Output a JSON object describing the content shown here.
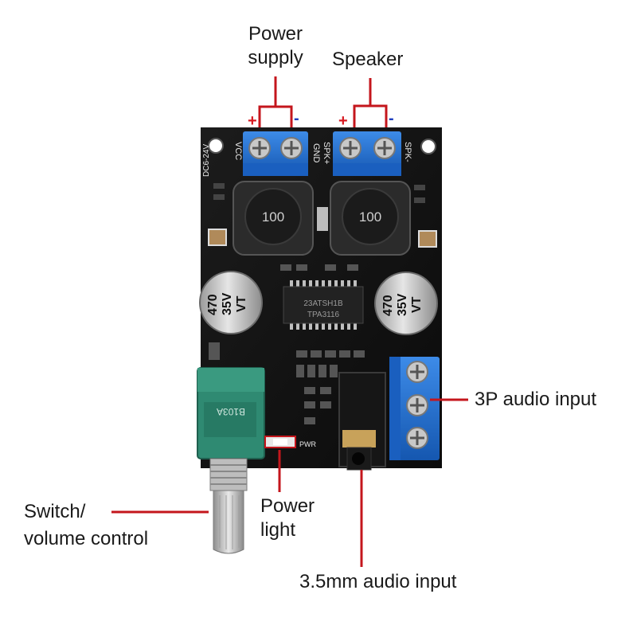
{
  "labels": {
    "power_supply_line1": "Power",
    "power_supply_line2": "supply",
    "speaker": "Speaker",
    "audio_3p": "3P audio input",
    "switch_line1": "Switch/",
    "switch_line2": "volume control",
    "power_light_line1": "Power",
    "power_light_line2": "light",
    "audio_35": "3.5mm audio input"
  },
  "polarity": {
    "plus": "+",
    "minus": "-"
  },
  "board_text": {
    "vcc": "VCC",
    "gnd": "GND",
    "spk_plus": "SPK+",
    "spk_minus": "SPK-",
    "voltage": "DC6-24V",
    "inductor": "100",
    "cap_line1": "470",
    "cap_line2": "35V",
    "cap_line3": "VT",
    "chip_line1": "23ATSH1B",
    "chip_line2": "TPA3116",
    "pwr": "PWR",
    "pot_text": "B103A"
  },
  "colors": {
    "board": "#121212",
    "terminal_blue": "#1f6fd1",
    "pot_green": "#2f8a72",
    "leader_red": "#c4161c",
    "plus_red": "#d71920",
    "minus_blue": "#1f3fbf"
  }
}
